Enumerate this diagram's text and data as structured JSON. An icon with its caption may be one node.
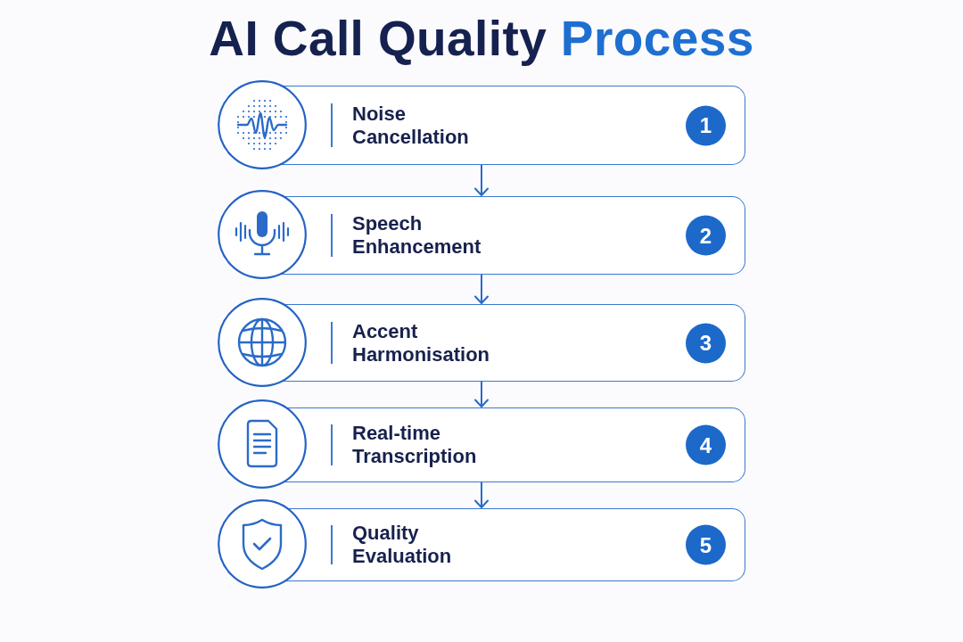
{
  "diagram": {
    "title": "AI Call Quality Process",
    "nodes": [
      {
        "text": [
          "Noise Cancellation",
          "1"
        ]
      },
      {
        "text": [
          "Speech Enhancement",
          "2"
        ]
      },
      {
        "text": [
          "Accent Harmonisation",
          "3"
        ]
      },
      {
        "text": [
          "Real-time Transcription",
          "4"
        ]
      },
      {
        "text": [
          "Quality Evaluation",
          "5"
        ]
      }
    ],
    "edges": [
      {
        "from": 0,
        "to": 1,
        "arrow": "to"
      },
      {
        "from": 1,
        "to": 2,
        "arrow": "to"
      },
      {
        "from": 2,
        "to": 3,
        "arrow": "to"
      },
      {
        "from": 3,
        "to": 4,
        "arrow": "to"
      }
    ]
  }
}
